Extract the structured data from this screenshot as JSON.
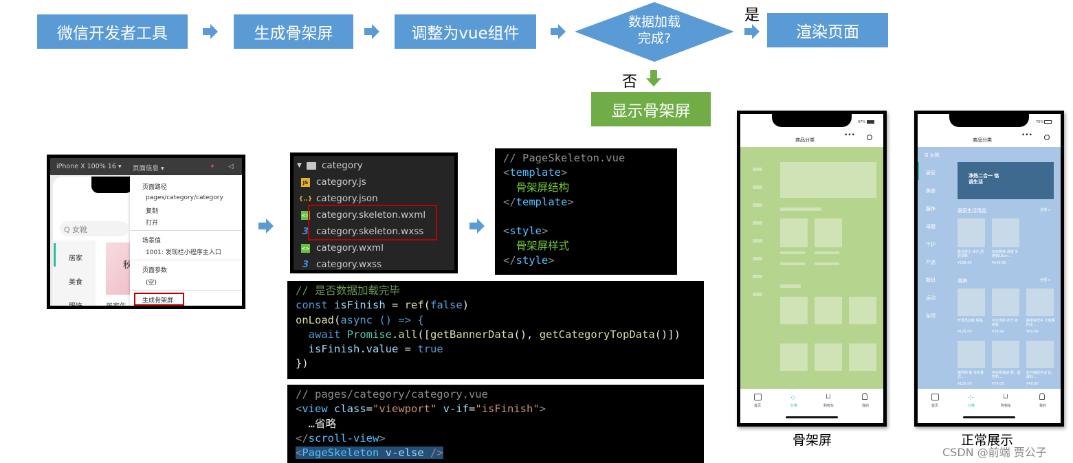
{
  "flow": {
    "step1": "微信开发者工具",
    "step2": "生成骨架屏",
    "step3": "调整为vue组件",
    "decision": "数据加载\n完成?",
    "yes_label": "是",
    "step_yes": "渲染页面",
    "no_label": "否",
    "step_no": "显示骨架屏"
  },
  "devtools": {
    "device": "iPhone X 100% 16 ▾",
    "page_info": "页面信息 ▾",
    "search": "Q 女靴",
    "menu": {
      "path_title": "页面路径",
      "path_value": "pages/category/category",
      "copy": "复制",
      "open": "打开",
      "scene_title": "场景值",
      "scene_value": "1001: 发现栏小程序主入口",
      "params_title": "页面参数",
      "params_value": "(空)",
      "generate_skeleton": "生成骨架屏"
    },
    "sidebar": [
      "居家",
      "美食",
      "服饰"
    ],
    "banner_text": "秋",
    "bottom_text": "居家生"
  },
  "file_tree": {
    "folder": "category",
    "files": [
      {
        "name": "category.js",
        "icon": "JS"
      },
      {
        "name": "category.json",
        "icon": "{..}"
      },
      {
        "name": "category.skeleton.wxml",
        "icon": "<>"
      },
      {
        "name": "category.skeleton.wxss",
        "icon": "3"
      },
      {
        "name": "category.wxml",
        "icon": "<>"
      },
      {
        "name": "category.wxss",
        "icon": "3"
      }
    ]
  },
  "code_vue": {
    "l1": "// PageSkeleton.vue",
    "l2a": "<",
    "l2b": "template",
    "l2c": ">",
    "l3": "  骨架屏结构",
    "l4a": "</",
    "l4b": "template",
    "l4c": ">",
    "l6a": "<",
    "l6b": "style",
    "l6c": ">",
    "l7": "  骨架屏样式",
    "l8a": "</",
    "l8b": "style",
    "l8c": ">"
  },
  "code_js": {
    "l1": "// 是否数据加载完毕",
    "l2_kw": "const",
    "l2_var": "isFinish",
    "l2_eq": " = ",
    "l2_fn": "ref",
    "l2_p1": "(",
    "l2_val": "false",
    "l2_p2": ")",
    "l3_fn": "onLoad",
    "l3_p": "(",
    "l3_kw": "async",
    "l3_rest": " () => {",
    "l4_kw": "await",
    "l4_type": "Promise",
    "l4_dot": ".",
    "l4_fn": "all",
    "l4_b1": "([",
    "l4_f1": "getBannerData",
    "l4_c": "(), ",
    "l4_f2": "getCategoryTopData",
    "l4_end": "()])",
    "l5_var": "isFinish",
    "l5_dot": ".",
    "l5_prop": "value",
    "l5_eq": " = ",
    "l5_val": "true",
    "l6": "})"
  },
  "code_tpl": {
    "l1": "// pages/category/category.vue",
    "l2_open": "<",
    "l2_tag": "view",
    "l2_attr1": " class",
    "l2_eq1": "=",
    "l2_str1": "\"viewport\"",
    "l2_attr2": " v-if",
    "l2_eq2": "=",
    "l2_str2": "\"isFinish\"",
    "l2_close": ">",
    "l3": "  …省略",
    "l4_open": "</",
    "l4_tag": "scroll-view",
    "l4_close": ">",
    "l5_open": "<",
    "l5_tag": "PageSkeleton",
    "l5_attr": " v-else",
    "l5_close": " />"
  },
  "phone_skeleton": {
    "battery": "97%",
    "title": "商品分类",
    "caption": "骨架屏",
    "tabs": [
      "首页",
      "分类",
      "购物车",
      "我的"
    ]
  },
  "phone_normal": {
    "battery": "70%",
    "title": "商品分类",
    "caption": "正常展示",
    "search": "Q 女靴",
    "sidebar": [
      "居家",
      "美食",
      "服饰",
      "母婴",
      "个护",
      "严选",
      "数码",
      "运动",
      "杂项"
    ],
    "banner": "净热二合一 恪调生活",
    "section1": "居家生活用品",
    "section2": "收纳",
    "more": "全部 >",
    "products": [
      {
        "name": "极光防尘 床光 居轻清新",
        "price": "¥199.00"
      },
      {
        "name": "钻石陶瓷 清理 多用锅18cm...",
        "price": "¥149.00"
      },
      {
        "name": "开发员功能 保温...",
        "price": "¥125.00"
      },
      {
        "name": "可水洗的 布艺 收纳盒",
        "price": "¥29.90"
      },
      {
        "name": "换季好帮手 大容量防尘...",
        "price": "¥69.00"
      },
      {
        "name": "骤然的 能 多折叠式...",
        "price": "¥129.00"
      },
      {
        "name": "他衣柜减减 肥，置空的...",
        "price": "¥79.00"
      },
      {
        "name": "拉开抽屉不凌 乱，最好...",
        "price": "¥49.00"
      }
    ],
    "tabs": [
      "首页",
      "分类",
      "购物车",
      "我的"
    ]
  },
  "watermark": "CSDN @前端 贾公子"
}
